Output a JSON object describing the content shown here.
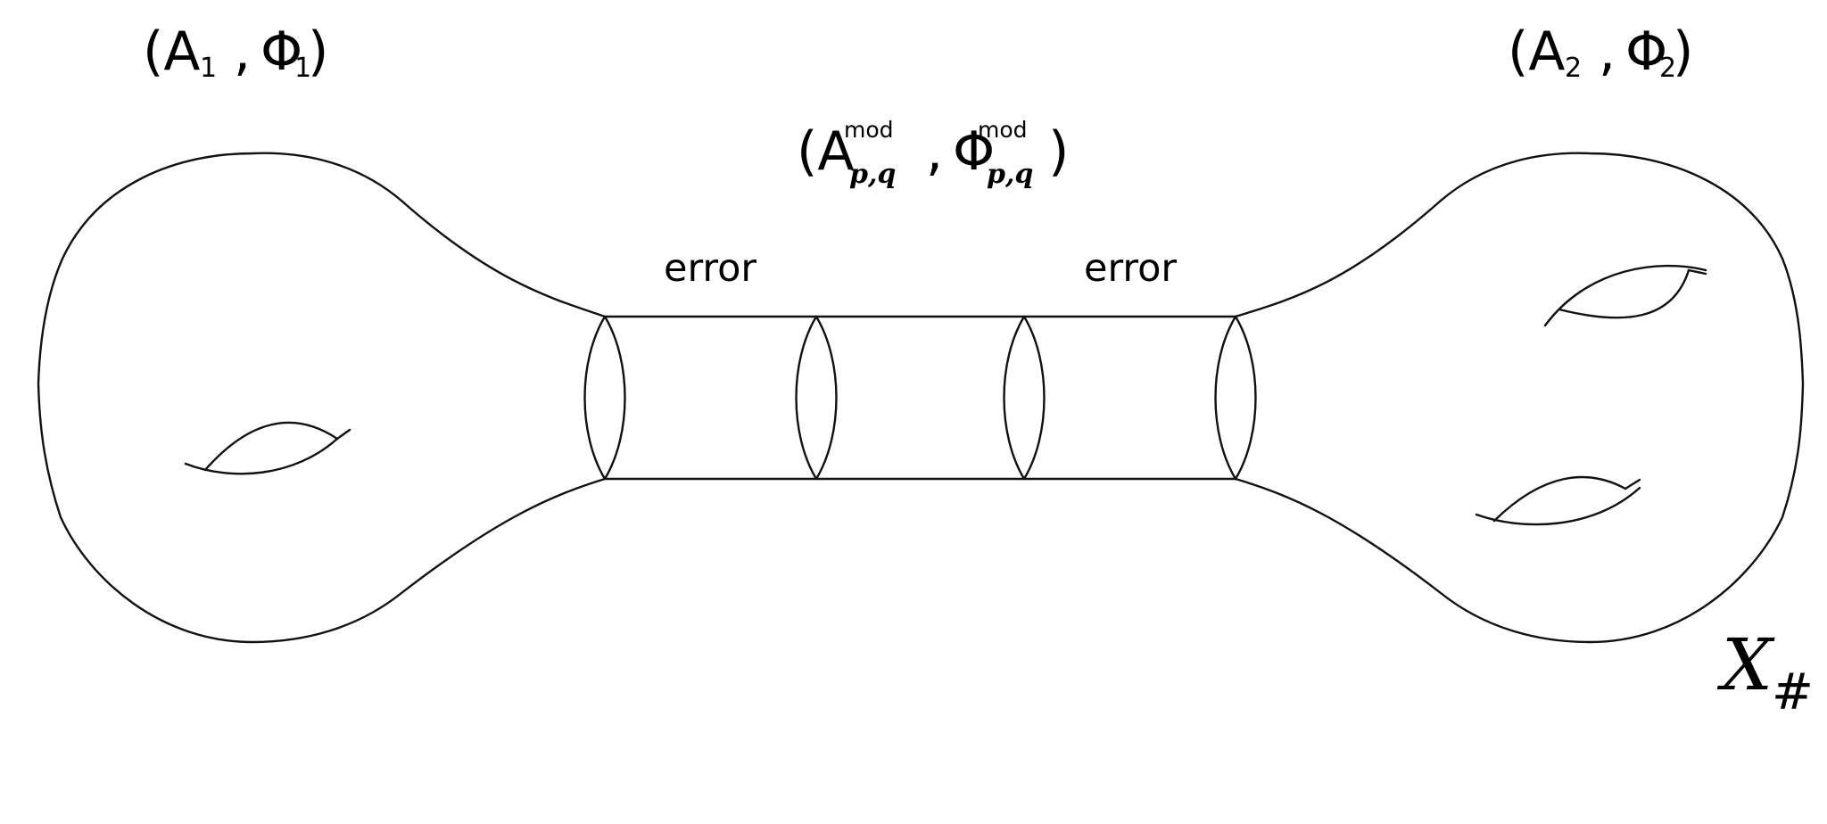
{
  "labels": {
    "left_pair": {
      "open": "(",
      "a": "A",
      "a_sub": "1",
      "comma": ",",
      "phi": "Φ",
      "phi_sub": "1",
      "close": ")"
    },
    "right_pair": {
      "open": "(",
      "a": "A",
      "a_sub": "2",
      "comma": ",",
      "phi": "Φ",
      "phi_sub": "2",
      "close": ")"
    },
    "mid_pair": {
      "open": "(",
      "a": "A",
      "a_sup": "mod",
      "a_sub": "p,q",
      "comma": ",",
      "phi": "Φ",
      "phi_sup": "mod",
      "phi_sub": "p,q",
      "close": ")"
    },
    "error_left": "error",
    "error_right": "error",
    "space": {
      "x": "X",
      "sub": "#"
    }
  },
  "colors": {
    "stroke": "#111111",
    "background": "#ffffff"
  }
}
